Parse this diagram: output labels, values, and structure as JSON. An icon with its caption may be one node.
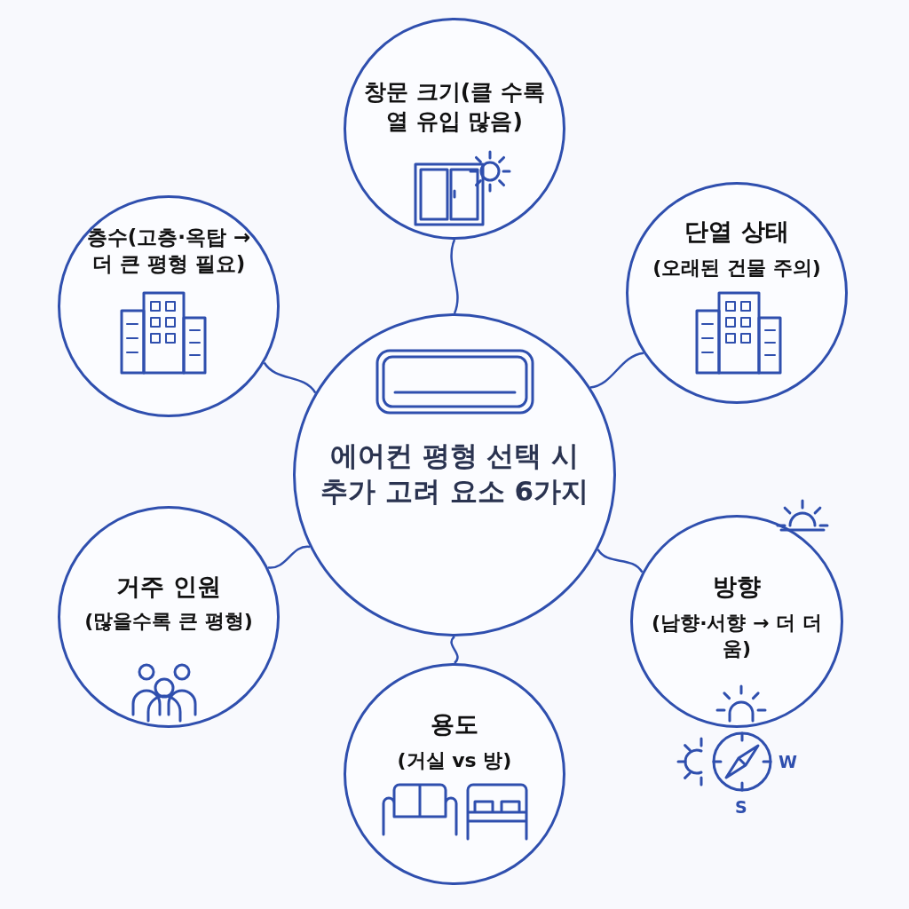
{
  "diagram": {
    "nodes": [
      {
        "text": [
          "에어컨 평형 선택 시 추가 고려 요소 6가지"
        ]
      },
      {
        "text": [
          "창문 크기(클 수록 열 유입 많음)"
        ]
      },
      {
        "text": [
          "층수(고층·옥탑 → 더 큰 평형 필요)"
        ]
      },
      {
        "text": [
          "단열 상태",
          "(오래된 건물 주의)"
        ]
      },
      {
        "text": [
          "거주 인원",
          "(많을수록 큰 평형)"
        ]
      },
      {
        "text": [
          "방향",
          "(남향·서향 → 더 더움)"
        ]
      },
      {
        "text": [
          "용도",
          "(거실 vs 방)"
        ]
      }
    ],
    "edges": [
      {
        "from": 0,
        "to": 1,
        "arrow": "none"
      },
      {
        "from": 0,
        "to": 2,
        "arrow": "none"
      },
      {
        "from": 0,
        "to": 3,
        "arrow": "none"
      },
      {
        "from": 0,
        "to": 4,
        "arrow": "none"
      },
      {
        "from": 0,
        "to": 5,
        "arrow": "none"
      },
      {
        "from": 0,
        "to": 6,
        "arrow": "none"
      }
    ],
    "labels": [
      "W",
      "S"
    ]
  }
}
